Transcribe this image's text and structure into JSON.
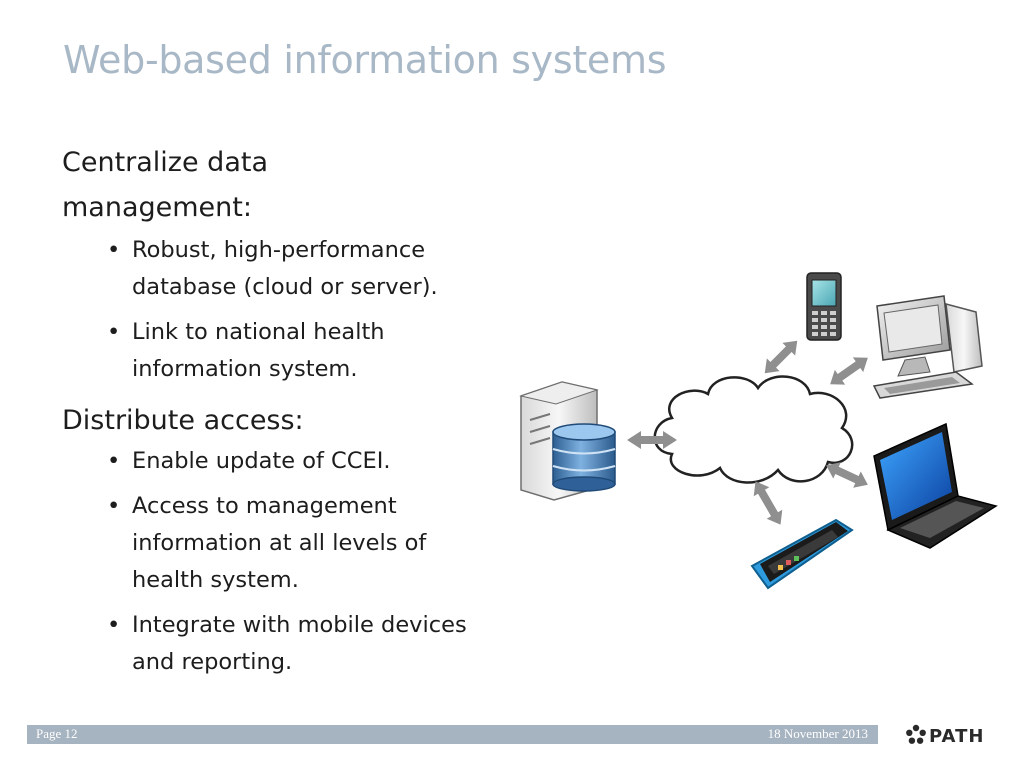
{
  "slide": {
    "title": "Web-based information systems"
  },
  "sections": [
    {
      "heading": "Centralize data management:",
      "bullets": [
        "Robust, high-performance database (cloud or server).",
        "Link to national health information system."
      ]
    },
    {
      "heading": "Distribute access:",
      "bullets": [
        "Enable update of CCEI.",
        "Access to management information at all levels of health system.",
        "Integrate with mobile devices and reporting."
      ]
    }
  ],
  "diagram": {
    "icons": [
      "server-database-icon",
      "cloud-icon",
      "feature-phone-icon",
      "desktop-computer-icon",
      "laptop-icon",
      "smartphone-icon"
    ],
    "arrow_color": "#8f8f8f"
  },
  "footer": {
    "page": "Page 12",
    "date": "18 November 2013",
    "logo_text": "PATH",
    "bar_color": "#a6b3c0"
  }
}
